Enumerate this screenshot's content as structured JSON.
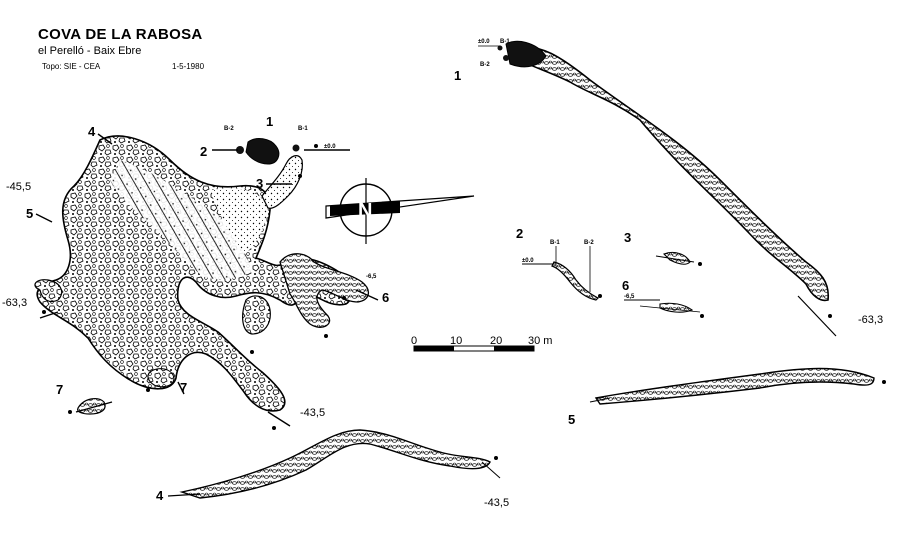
{
  "header": {
    "title": "COVA DE LA RABOSA",
    "subtitle": "el Perelló - Baix Ebre",
    "credit": "Topo: SIE - CEA",
    "date": "1-5-1980"
  },
  "plan": {
    "section_marks": [
      "1",
      "2",
      "3",
      "4",
      "5",
      "6",
      "7",
      "7"
    ],
    "depths": [
      "-45,5",
      "-63,3",
      "-43,5",
      "-6,5",
      "±0.0"
    ],
    "stations": [
      "B-1",
      "B-2"
    ],
    "north_letter": "N"
  },
  "scale_bar": {
    "ticks": [
      "0",
      "10",
      "20",
      "30 m"
    ]
  },
  "sections": {
    "s1": {
      "label": "1",
      "top_depth": "±0.0",
      "stations": [
        "B-1",
        "B-2"
      ],
      "bottom_depth": "-63,3"
    },
    "s2": {
      "label": "2",
      "top_depth": "±0.0",
      "stations": [
        "B-1",
        "B-2"
      ]
    },
    "s3": {
      "label": "3"
    },
    "s4": {
      "label": "4",
      "depth": "-43,5"
    },
    "s5": {
      "label": "5"
    },
    "s6": {
      "label": "6",
      "depth": "-6,5"
    }
  }
}
